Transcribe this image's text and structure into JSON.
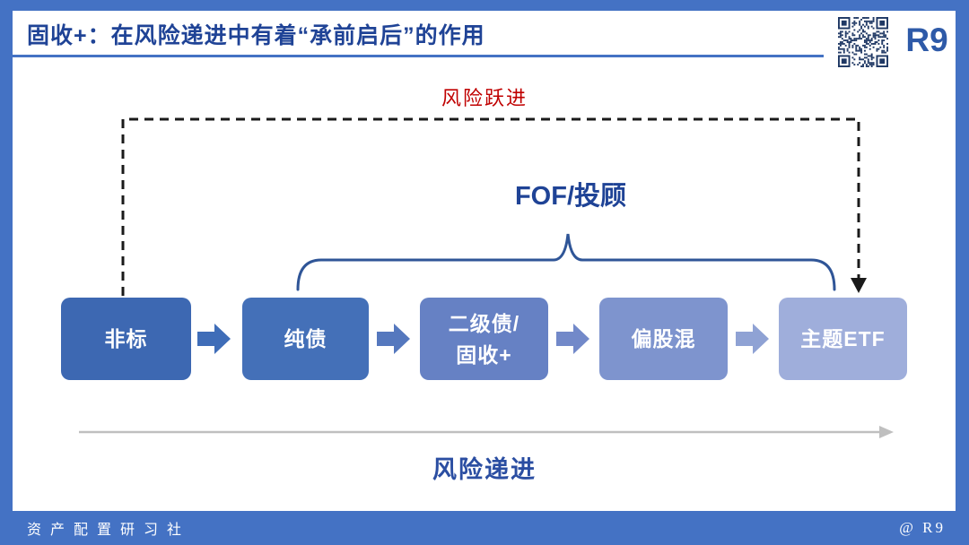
{
  "header": {
    "title": "固收+：在风险递进中有着“承前启后”的作用",
    "logo_text": "R9"
  },
  "diagram": {
    "risk_jump_label": "风险跃进",
    "fof_label": "FOF/投顾",
    "risk_progression_label": "风险递进",
    "stages": [
      {
        "lines": [
          "非标",
          ""
        ],
        "color": "#3D68B2"
      },
      {
        "lines": [
          "纯债",
          ""
        ],
        "color": "#4470B8"
      },
      {
        "lines": [
          "二级债/",
          "固收+"
        ],
        "color": "#6681C4"
      },
      {
        "lines": [
          "偏股混",
          ""
        ],
        "color": "#7E94CE"
      },
      {
        "lines": [
          "主题ETF",
          ""
        ],
        "color": "#9FAEDB"
      }
    ],
    "arrows": [
      {
        "color": "#3F6DB8"
      },
      {
        "color": "#5578BE"
      },
      {
        "color": "#7289C9"
      },
      {
        "color": "#8FA2D4"
      }
    ],
    "colors": {
      "risk_jump_text": "#C00000",
      "dashed_line": "#1A1A1A",
      "brace": "#2F5597",
      "gray_arrow": "#BFBFBF",
      "heading_text": "#1F4396",
      "risk_progression_text": "#2B4EA2",
      "frame": "#4472C4",
      "logo_text_color": "#2E5AA8",
      "qr_dark": "#1F3864"
    }
  },
  "footer": {
    "brand": "资产配置研习社",
    "watermark": "@ R9"
  }
}
